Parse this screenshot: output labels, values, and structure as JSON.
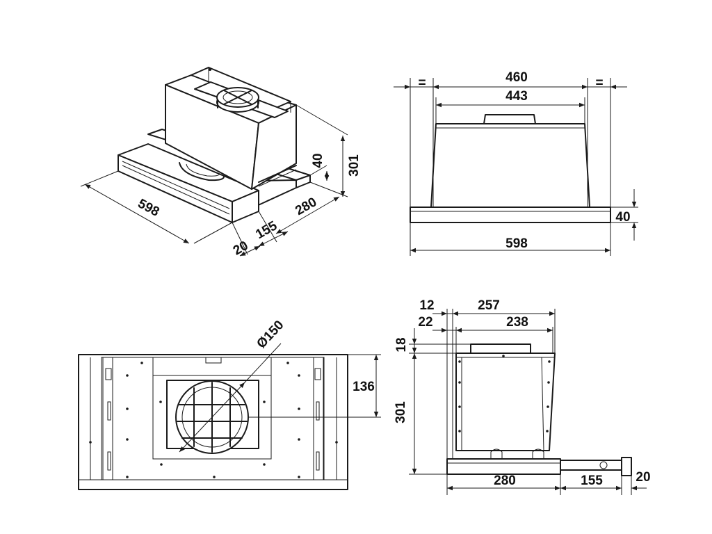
{
  "views": {
    "iso": {
      "width": "598",
      "depth": "280",
      "height": "301",
      "panel": "40",
      "extension": "155",
      "front": "20"
    },
    "front": {
      "outer_spacing": "460",
      "inner_width": "443",
      "equal_left": "=",
      "equal_right": "=",
      "width": "598",
      "panel": "40"
    },
    "bottom": {
      "duct_diameter": "Ø150",
      "duct_offset": "136"
    },
    "side": {
      "w257": "257",
      "w12": "12",
      "w238": "238",
      "w22": "22",
      "h18": "18",
      "height": "301",
      "depth": "280",
      "extension": "155",
      "front": "20"
    }
  }
}
